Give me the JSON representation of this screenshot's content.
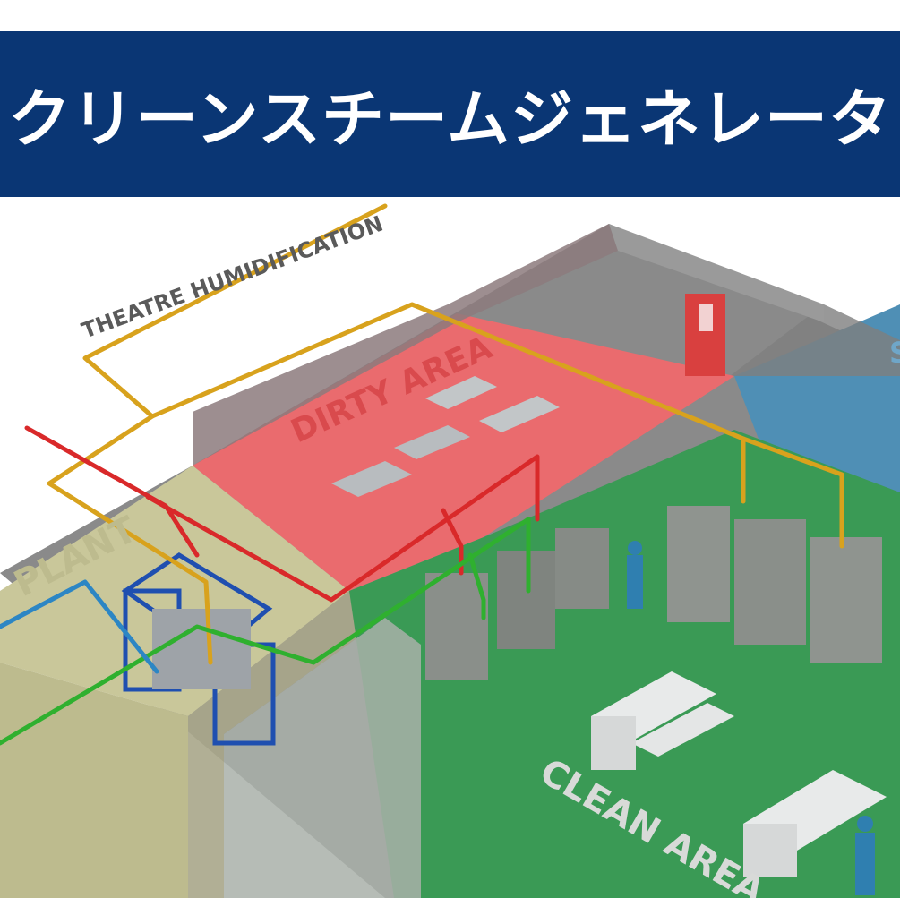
{
  "header": {
    "title": "クリーンスチームジェネレータ",
    "background_color": "#0a3674",
    "text_color": "#ffffff"
  },
  "illustration": {
    "labels": {
      "theatre": "THEATRE HUMIDIFICATION",
      "dirty": "DIRTY AREA",
      "plant": "PLANT",
      "clean": "CLEAN AREA",
      "partial_s": "S"
    },
    "colors": {
      "dirty_floor": "#ea6b6e",
      "clean_floor": "#3a9a55",
      "plant_floor": "#c9c79a",
      "sterile_floor": "#4f8fb5",
      "pipe_yellow": "#d8a21d",
      "pipe_red": "#d9292a",
      "pipe_green": "#2fb02f",
      "pipe_blue": "#2c86c4"
    }
  }
}
